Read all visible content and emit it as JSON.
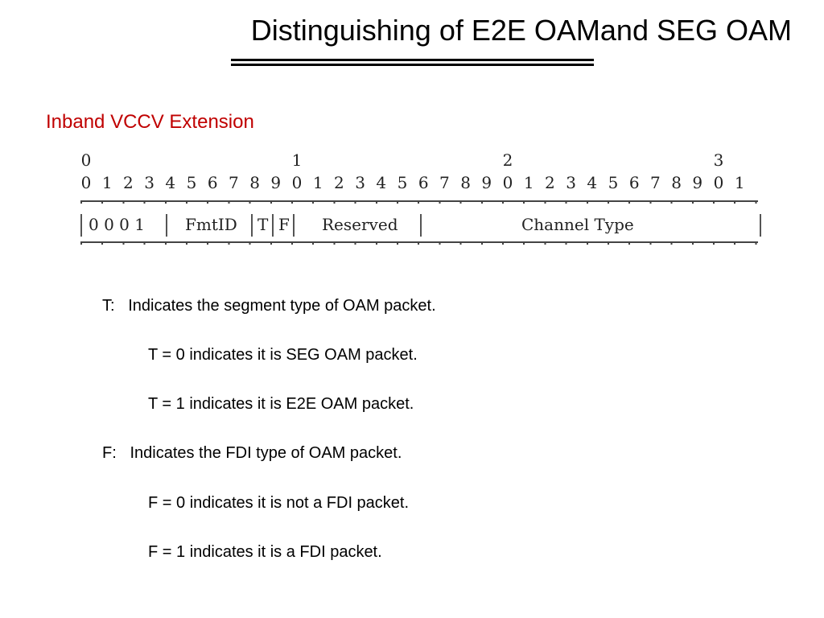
{
  "slide": {
    "title": "Distinguishing of E2E OAMand SEG OAM",
    "subtitle": "Inband VCCV Extension"
  },
  "diagram": {
    "tens_row": [
      "0",
      "1",
      "2",
      "3"
    ],
    "bit_row": [
      "0",
      "1",
      "2",
      "3",
      "4",
      "5",
      "6",
      "7",
      "8",
      "9",
      "0",
      "1",
      "2",
      "3",
      "4",
      "5",
      "6",
      "7",
      "8",
      "9",
      "0",
      "1",
      "2",
      "3",
      "4",
      "5",
      "6",
      "7",
      "8",
      "9",
      "0",
      "1"
    ],
    "fields": {
      "nibble": "0 0 0 1",
      "fmtid": "FmtID",
      "t": "T",
      "f": "F",
      "reserved": "Reserved",
      "channel_type": "Channel Type"
    }
  },
  "definitions": {
    "t_heading": "T:   Indicates the segment type of OAM packet.",
    "t_zero": "T = 0 indicates it is SEG OAM packet.",
    "t_one": "T = 1 indicates it is E2E OAM packet.",
    "f_heading": "F:   Indicates the FDI type of OAM packet.",
    "f_zero": "F = 0 indicates it is not a FDI packet.",
    "f_one": "F = 1 indicates it is a FDI packet."
  },
  "colors": {
    "subtitle": "#c00000",
    "text": "#000000"
  }
}
